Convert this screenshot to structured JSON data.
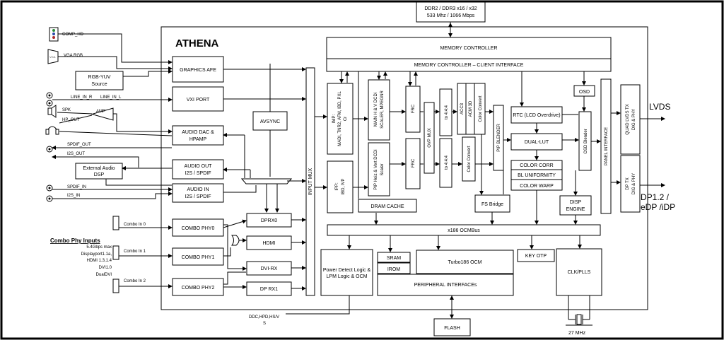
{
  "chip_title": "ATHENA",
  "ddr": {
    "line1": "DDR2 / DDR3  x16 / x32",
    "line2": "533 Mhz / 1066 Mbps"
  },
  "memory_controller": "MEMORY CONTROLLER",
  "mem_client": "MEMORY CONTROLLER  – CLIENT INTERFACE",
  "inputs": {
    "comp_hd": "COMP_HD",
    "vga_rgb": "VGA RGB",
    "rgb_yuv1": "RGB-YUV",
    "rgb_yuv2": "Source",
    "line_in_r": "LINE_IN_R",
    "line_in_l": "LINE_IN_L",
    "spk": "SPK",
    "hp_out": "HP_OUT",
    "amp": "AMP",
    "spdif_out": "SPDIF_OUT",
    "i2s_out": "I2S_OUT",
    "ext_audio1": "External Audio",
    "ext_audio2": "DSP",
    "spdif_in": "SPDIF_IN",
    "i2s_in": "I2S_IN",
    "combo0": "Combo In 0",
    "combo1": "Combo In 1",
    "combo2": "Combo In 2"
  },
  "combo_spec": {
    "title": "Combo Phy Inputs",
    "lines": [
      "5.4Gbps max",
      "Displayport1.1a,",
      "HDMI 1.3,1.4",
      "DVI1.0",
      "DualDVI"
    ]
  },
  "blocks": {
    "graphics_afe": "GRAPHICS AFE",
    "vxi_port": "VXI PORT",
    "avsync": "AVSYNC",
    "audio_dac1": "AUDIO DAC &",
    "audio_dac2": "HPAMP",
    "audio_out1": "AUDIO OUT",
    "audio_out2": "I2S / SPDIF",
    "audio_in1": "AUDIO IN",
    "audio_in2": "I2S / SPDIF",
    "combo_phy0": "COMBO PHY0",
    "combo_phy1": "COMBO PHY1",
    "combo_phy2": "COMBO PHY2",
    "dprx0": "DPRX0",
    "hdmi": "HDMI",
    "dvi_rx": "DVI-RX",
    "dp_rx1": "DP RX1",
    "input_mux": "INPUT MUX",
    "imp1": "IMP:",
    "imp2": "MADI, TNR2, AFM, IBD, PXL",
    "imp3": "Cr",
    "ipp1": "IPP:",
    "ipp2": "IBD, IVP",
    "main1": "MAIN H & V DCDi",
    "main2": "SCALER, MPEGNR",
    "pip1": "PIP Hoiz & Vert DCDi",
    "pip2": "Scaler",
    "frc": "FRC",
    "ovp_mux": "OVP MUX",
    "to444": "to 4:4:4",
    "acc3": "ACC3",
    "acm3d": "ACM 3D",
    "color_convert": "Color Convert",
    "pip_blender": "PIP BLENDER",
    "rtc": "RTC (LCD Overdrive)",
    "dual_lut": "DUAL-LUT",
    "color_corr": "COLOR CORR",
    "bl_uniformity": "BL UNIFORMITY",
    "color_warp": "COLOR WARP",
    "osd": "OSD",
    "osd_blender": "OSD Blender",
    "panel_interface": "PANEL INTERFACE",
    "quad_lvds1": "QUAD LVDS TX",
    "quad_lvds2": "DIG & PHY",
    "dp_tx1": "DP TX",
    "dp_tx2": "DIG & PHY",
    "disp_engine1": "DISP",
    "disp_engine2": "ENGINE",
    "fs_bridge": "FS Bridge",
    "dram_cache": "DRAM CACHE",
    "ocmbus": "x186 OCMBus",
    "power_detect1": "Power Detect Logic &",
    "power_detect2": "LPM Logic & OCM",
    "sram": "SRAM",
    "irom": "IROM",
    "turbo186": "Turbo186 OCM",
    "key_otp": "KEY OTP",
    "clk_plls": "CLK/PLLS",
    "peripheral": "PERIPHERAL INTERFACEs",
    "flash": "FLASH"
  },
  "outputs": {
    "lvds": "LVDS",
    "dp1": "DP1.2 /",
    "dp2": "eDP /iDP",
    "ddc1": "DDC,HPD,HS/V",
    "ddc2": "S",
    "mhz": "27 MHz"
  }
}
